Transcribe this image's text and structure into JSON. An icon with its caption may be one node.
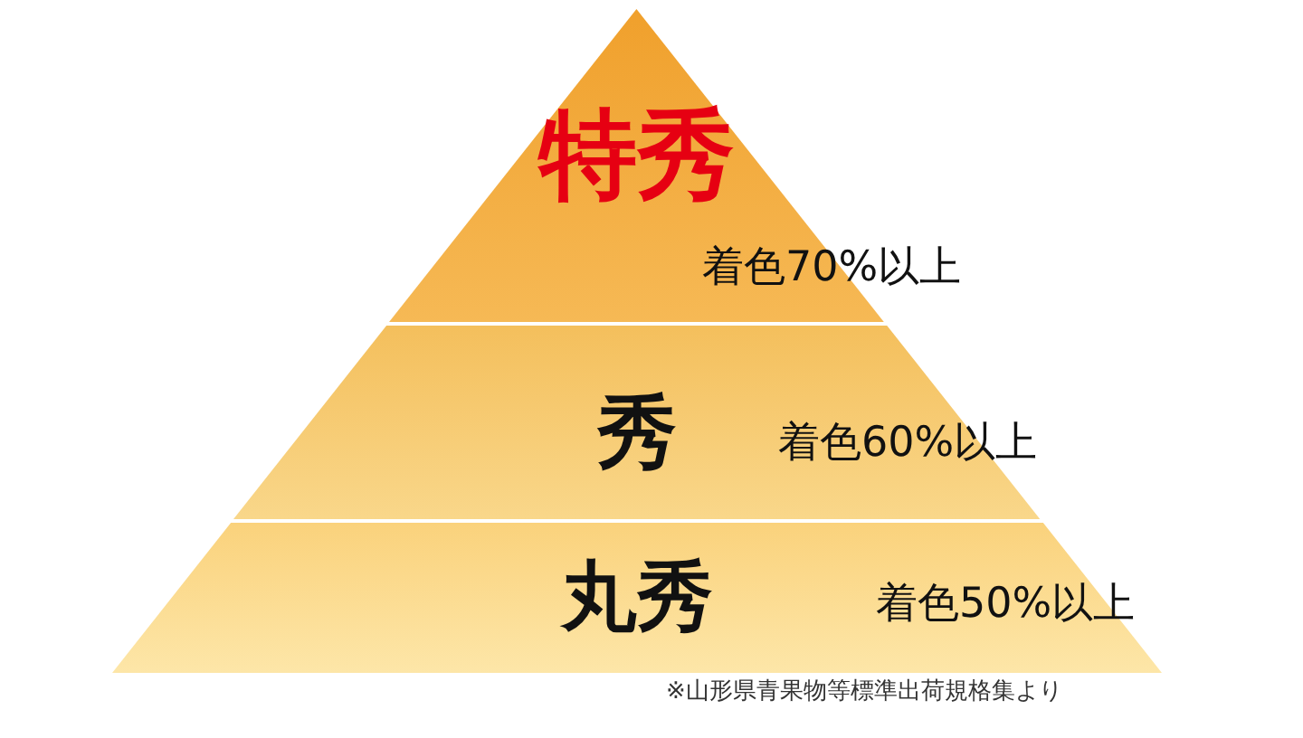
{
  "diagram": {
    "nodes": [
      {
        "text": [
          "特秀",
          "着色70%以上"
        ]
      },
      {
        "text": [
          "秀",
          "着色60%以上"
        ]
      },
      {
        "text": [
          "丸秀",
          "着色50%以上"
        ]
      }
    ],
    "caption": "※山形県青果物等標準出荷規格集より"
  }
}
